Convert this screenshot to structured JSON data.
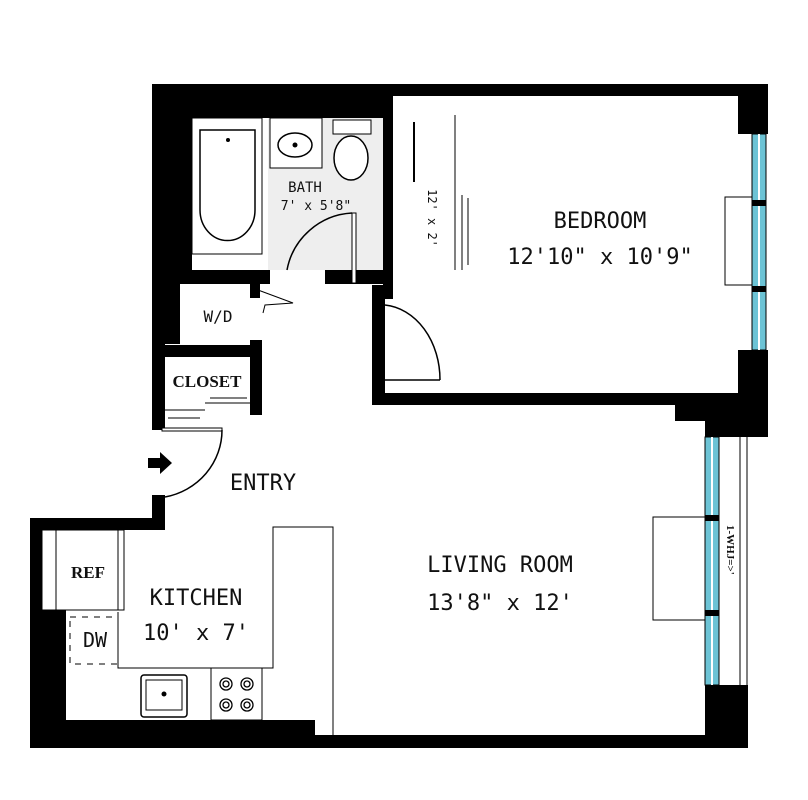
{
  "rooms": {
    "bath": {
      "name": "BATH",
      "size": "7' x 5'8\""
    },
    "bedroom": {
      "name": "BEDROOM",
      "size": "12'10\" x 10'9\""
    },
    "wd": {
      "name": "W/D"
    },
    "closet": {
      "name": "CLOSET"
    },
    "bedroom_closet": {
      "size": "12' x 2'"
    },
    "entry": {
      "name": "ENTRY"
    },
    "living": {
      "name": "LIVING ROOM",
      "size": "13'8\" x 12'"
    },
    "kitchen": {
      "name": "KITCHEN",
      "size": "10' x 7'"
    },
    "ref": {
      "name": "REF"
    },
    "dw": {
      "name": "DW"
    },
    "hvac": {
      "label": "1-WHJ=>'"
    }
  },
  "colors": {
    "wall": "#000000",
    "window": "#6cc3d5",
    "bath_floor": "#eeeeee"
  }
}
